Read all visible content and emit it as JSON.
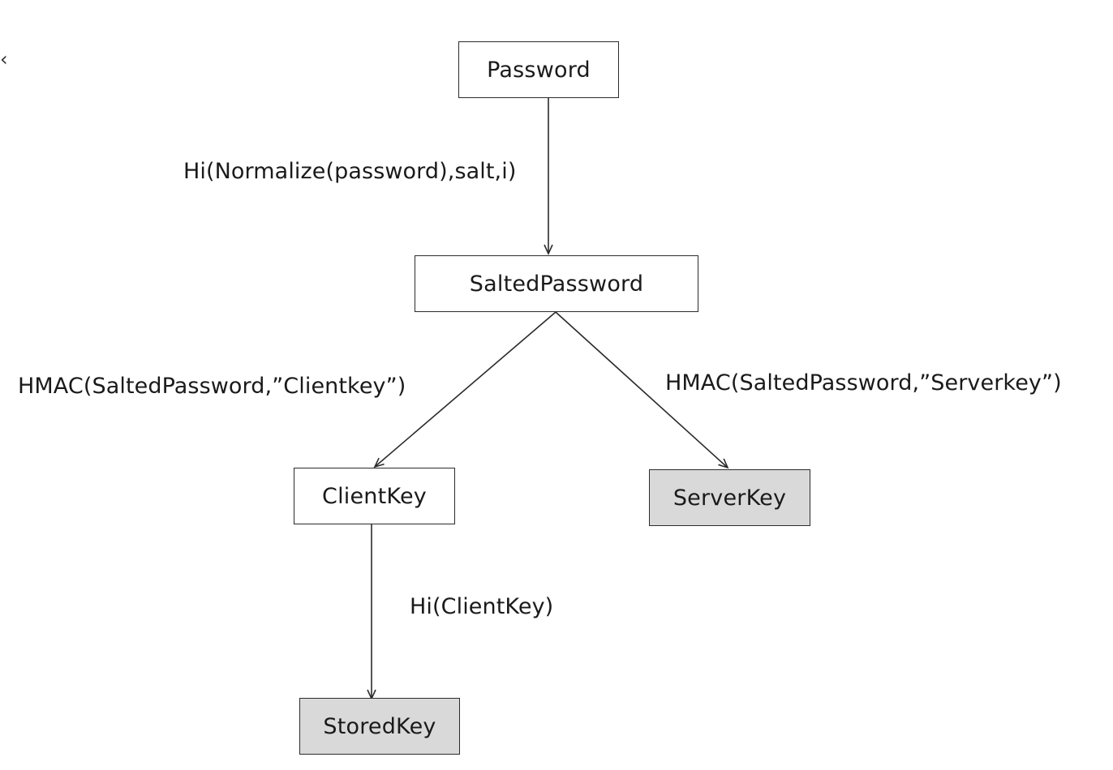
{
  "colors": {
    "node_fill": "#ffffff",
    "node_fill_shaded": "#d9d9d9",
    "stroke": "#2b2b2b",
    "background": "#ffffff"
  },
  "nodes": {
    "password": {
      "label": "Password",
      "shaded": false
    },
    "salted_password": {
      "label": "SaltedPassword",
      "shaded": false
    },
    "client_key": {
      "label": "ClientKey",
      "shaded": false
    },
    "server_key": {
      "label": "ServerKey",
      "shaded": true
    },
    "stored_key": {
      "label": "StoredKey",
      "shaded": true
    }
  },
  "edges": {
    "password_to_salted": {
      "label": "Hi(Normalize(password),salt,i)"
    },
    "salted_to_client": {
      "label": "HMAC(SaltedPassword,”Clientkey”)"
    },
    "salted_to_server": {
      "label": "HMAC(SaltedPassword,”Serverkey”)"
    },
    "client_to_stored": {
      "label": "Hi(ClientKey)"
    }
  }
}
